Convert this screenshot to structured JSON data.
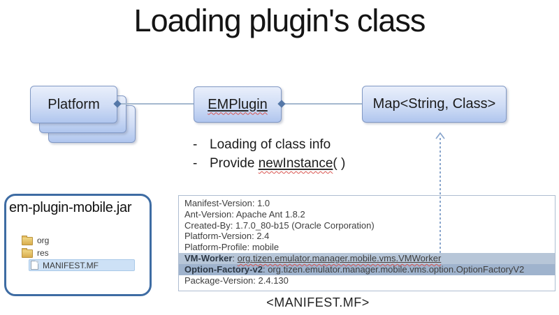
{
  "slide": {
    "title": "Loading plugin's class"
  },
  "diagram": {
    "platform": {
      "label": "Platform"
    },
    "emplugin": {
      "label": "EMPlugin"
    },
    "map": {
      "label": "Map<String, Class>"
    },
    "bullets": [
      {
        "dash": "-",
        "text": "Loading of class info"
      },
      {
        "dash": "-",
        "prefix": "Provide ",
        "underlined": "newInstance",
        "suffix": "( )"
      }
    ]
  },
  "jar_panel": {
    "title": "em-plugin-mobile.jar",
    "files": [
      {
        "name": "org",
        "icon": "folder-icon",
        "selected": false
      },
      {
        "name": "res",
        "icon": "folder-icon",
        "selected": false
      },
      {
        "name": "MANIFEST.MF",
        "icon": "file-icon",
        "selected": true
      }
    ]
  },
  "manifest": {
    "rows": [
      {
        "label": "Manifest-Version",
        "value": "1.0"
      },
      {
        "label": "Ant-Version",
        "value": "Apache Ant 1.8.2"
      },
      {
        "label": "Created-By",
        "value": "1.7.0_80-b15 (Oracle Corporation)"
      },
      {
        "label": "Platform-Version",
        "value": "2.4"
      },
      {
        "label": "Platform-Profile",
        "value": "mobile"
      },
      {
        "label": "VM-Worker",
        "value": "org.tizen.emulator.manager.mobile.vms.VMWorker",
        "bold": true,
        "highlight": "#b7c6d8",
        "underline": true
      },
      {
        "label": "Option-Factory-v2",
        "value": "org.tizen.emulator.manager.mobile.vms.option.OptionFactoryV2",
        "bold": true,
        "highlight": "#9fb3cd"
      },
      {
        "label": "Package-Version",
        "value": "2.4.130"
      }
    ],
    "caption": "<MANIFEST.MF>"
  },
  "colors": {
    "node_border": "#8098c4",
    "node_gradient_top": "#e9effb",
    "node_gradient_bottom": "#b0c6ee",
    "connector_line": "#a4b8ce",
    "connector_diamond": "#5578a8",
    "dashed_arrow": "#8aa6cc",
    "highlight_row_1": "#b7c6d8",
    "highlight_row_2": "#9fb3cd",
    "selection_bar": "#cde1f6",
    "jar_border": "#3e6ca3",
    "spellcheck_wavy": "#d9534f"
  },
  "icons": {
    "folder": "folder-icon",
    "file": "file-icon",
    "diamond": "connector-diamond-icon",
    "arrow": "arrow-up-icon"
  }
}
